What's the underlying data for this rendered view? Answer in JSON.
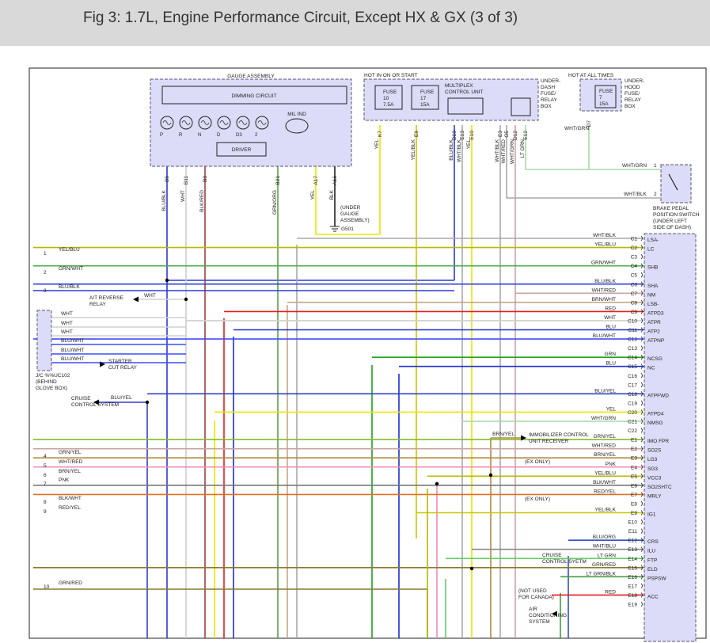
{
  "title": "Fig 3: 1.7L, Engine Performance Circuit, Except HX & GX (3 of 3)",
  "colors": {
    "YEL/BLU": "#b8b800",
    "GRN/WHT": "#4caf50",
    "BLU/BLK": "#2a3ad8",
    "WHT": "#cfcfcf",
    "BLU/WHT": "#3b4dff",
    "BLU/YEL": "#3340c8",
    "GRN/YEL": "#7fbf2a",
    "WHT/RED": "#c9a3a3",
    "BRN/YEL": "#b08a3a",
    "PNK": "#f08bb5",
    "BLK/WHT": "#777777",
    "RED/YEL": "#e07020",
    "GRN/RED": "#8a7a30",
    "WHT/BLK": "#a9a9a9",
    "WHT/GRN": "#a8d8a8",
    "BRN/WHT": "#c8a880",
    "RED": "#e02020",
    "BLU": "#1a2fd0",
    "GRN": "#20a020",
    "YEL": "#e8e800",
    "YEL/BLK": "#c8c800",
    "BLU/ORG": "#3050c8",
    "LT GRN": "#60d060",
    "LT GRN/BLK": "#40a040",
    "BLK/RED": "#a04040",
    "GRN/ORG": "#5aa040",
    "BLK": "#222222",
    "box_fill": "#dcdcf8",
    "box_stroke": "#555577"
  },
  "gauge": {
    "title": "GAUGE ASSEMBLY",
    "dimming": "DIMMING CIRCUIT",
    "driver": "DRIVER",
    "mil": "MIL IND",
    "gears": [
      "P",
      "R",
      "N",
      "D",
      "D3",
      "2"
    ],
    "pins": [
      "B5",
      "B11",
      "B3",
      "B21",
      "A17",
      "A16"
    ],
    "wires": [
      "BLU/BLK",
      "WHT",
      "BLK/RED",
      "GRN/ORG",
      "YEL",
      "BLK"
    ],
    "ground_note": [
      "(UNDER",
      "GAUGE",
      "ASSEMBLY)"
    ],
    "ground": "G501"
  },
  "underdash": {
    "hot_label": "HOT IN ON OR START",
    "box_label": [
      "UNDER-",
      "DASH",
      "FUSE/",
      "RELAY",
      "BOX"
    ],
    "fuse1": [
      "FUSE",
      "10",
      "7.5A"
    ],
    "fuse2": [
      "FUSE",
      "17",
      "15A"
    ],
    "mcu": [
      "MULTIPLEX",
      "CONTROL UNIT"
    ],
    "pins": [
      "K7",
      "E6",
      "D10",
      "E13",
      "E10",
      "E3",
      "O5",
      "D12",
      "E12"
    ],
    "wires": [
      "YEL",
      "YEL/BLK",
      "BLU/BLK",
      "WHT/BLK",
      "YEL",
      "WHT/BLK",
      "WHT/RED",
      "WHT/GRN",
      "LT GRN"
    ]
  },
  "underhood": {
    "hot_label": "HOT AT ALL TIMES",
    "box_label": [
      "UNDER-",
      "HOOD",
      "FUSE/",
      "RELAY",
      "BOX"
    ],
    "fuse": [
      "FUSE",
      "7",
      "15A"
    ],
    "pin": "D7",
    "wire": "WHT/GRN"
  },
  "brake": {
    "wire1": "WHT/GRN",
    "wire2": "WHT/BLK",
    "pin1": "1",
    "pin2": "2",
    "label": [
      "BRAKE PEDAL",
      "POSITION SWITCH",
      "(UNDER LEFT",
      "SIDE OF DASH)"
    ]
  },
  "left_lines": [
    {
      "num": "1",
      "wire": "YEL/BLU"
    },
    {
      "num": "2",
      "wire": "GRN/WHT"
    },
    {
      "num": "3",
      "wire": "BLU/BLK"
    },
    {
      "num": "4",
      "wire": "GRN/YEL"
    },
    {
      "num": "5",
      "wire": "WHT/RED"
    },
    {
      "num": "6",
      "wire": "BRN/YEL"
    },
    {
      "num": "7",
      "wire": "PNK"
    },
    {
      "num": "8",
      "wire": "BLK/WHT"
    },
    {
      "num": "9",
      "wire": "RED/YEL"
    },
    {
      "num": "10",
      "wire": "GRN/RED"
    }
  ],
  "jc": {
    "wires": [
      "WHT",
      "WHT",
      "WHT",
      "BLU/WHT",
      "BLU/WHT",
      "BLU/WHT"
    ],
    "label": [
      "J/C %%UC102",
      "(BEHIND",
      "GLOVE BOX)"
    ],
    "reverse_wire": "WHT",
    "reverse": [
      "A/T REVERSE",
      "RELAY"
    ],
    "starter": [
      "STARTER",
      "CUT RELAY"
    ],
    "cruise_wire": "BLU/YEL",
    "cruise": [
      "CRUISE",
      "CONTROL SYSTEM"
    ]
  },
  "ecm_rows": [
    {
      "pin": "C1",
      "wire": "WHT/BLK",
      "label": "LSA-"
    },
    {
      "pin": "C2",
      "wire": "YEL/BLU",
      "label": "LC"
    },
    {
      "pin": "C3",
      "wire": "",
      "label": ""
    },
    {
      "pin": "C4",
      "wire": "GRN/WHT",
      "label": "SHB"
    },
    {
      "pin": "C5",
      "wire": "",
      "label": ""
    },
    {
      "pin": "C6",
      "wire": "BLU/BLK",
      "label": "SHA"
    },
    {
      "pin": "C7",
      "wire": "WHT/RED",
      "label": "NM"
    },
    {
      "pin": "C8",
      "wire": "BRN/WHT",
      "label": "LSB-"
    },
    {
      "pin": "C9",
      "wire": "RED",
      "label": "ATPD3"
    },
    {
      "pin": "C10",
      "wire": "WHT",
      "label": "ATPR"
    },
    {
      "pin": "C11",
      "wire": "BLU",
      "label": "ATP2"
    },
    {
      "pin": "C12",
      "wire": "BLU/WHT",
      "label": "ATPNP"
    },
    {
      "pin": "C13",
      "wire": "",
      "label": ""
    },
    {
      "pin": "C14",
      "wire": "GRN",
      "label": "NCSG"
    },
    {
      "pin": "C15",
      "wire": "BLU",
      "label": "NC"
    },
    {
      "pin": "C16",
      "wire": "",
      "label": ""
    },
    {
      "pin": "C17",
      "wire": "",
      "label": ""
    },
    {
      "pin": "C18",
      "wire": "BLU/YEL",
      "label": "ATPFWD"
    },
    {
      "pin": "C19",
      "wire": "",
      "label": ""
    },
    {
      "pin": "C20",
      "wire": "YEL",
      "label": "ATPD4"
    },
    {
      "pin": "C21",
      "wire": "WHT/GRN",
      "label": "NMSG"
    },
    {
      "pin": "C22",
      "wire": "",
      "label": ""
    },
    {
      "pin": "E1",
      "wire": "GRN/YEL",
      "label": "IMO FPR"
    },
    {
      "pin": "E2",
      "wire": "WHT/RED",
      "label": "SO2S"
    },
    {
      "pin": "E3",
      "wire": "BRN/YEL",
      "label": "LG3"
    },
    {
      "pin": "E4",
      "wire": "PNK",
      "label": "SG3"
    },
    {
      "pin": "E5",
      "wire": "YEL/BLU",
      "label": "VCC3"
    },
    {
      "pin": "E6",
      "wire": "BLK/WHT",
      "label": "SO2SHTC"
    },
    {
      "pin": "E7",
      "wire": "RED/YEL",
      "label": "MRLY"
    },
    {
      "pin": "E8",
      "wire": "",
      "label": ""
    },
    {
      "pin": "E9",
      "wire": "YEL/BLK",
      "label": "IG1"
    },
    {
      "pin": "E10",
      "wire": "",
      "label": ""
    },
    {
      "pin": "E11",
      "wire": "",
      "label": ""
    },
    {
      "pin": "E12",
      "wire": "BLU/ORG",
      "label": "CRS"
    },
    {
      "pin": "E13",
      "wire": "WHT/BLU",
      "label": "ILU"
    },
    {
      "pin": "E14",
      "wire": "LT GRN",
      "label": "FTP"
    },
    {
      "pin": "E15",
      "wire": "GRN/RED",
      "label": "ELD"
    },
    {
      "pin": "E16",
      "wire": "LT GRN/BLK",
      "label": "PSPSW"
    },
    {
      "pin": "E17",
      "wire": "",
      "label": ""
    },
    {
      "pin": "E18",
      "wire": "RED",
      "label": "ACC"
    },
    {
      "pin": "E19",
      "wire": "",
      "label": ""
    }
  ],
  "notes": {
    "immobilizer_wire": "BRN/YEL",
    "immobilizer": [
      "IMMOBILIZER CONTROL",
      "UNIT RECEIVER"
    ],
    "ex_only": "(EX ONLY)",
    "cruise2": [
      "CRUISE",
      "CONTROL SYETM"
    ],
    "not_used": [
      "(NOT USED",
      "FOR CANADA)"
    ],
    "ac": [
      "AIR",
      "CONDITIONING",
      "SYSTEM"
    ]
  }
}
